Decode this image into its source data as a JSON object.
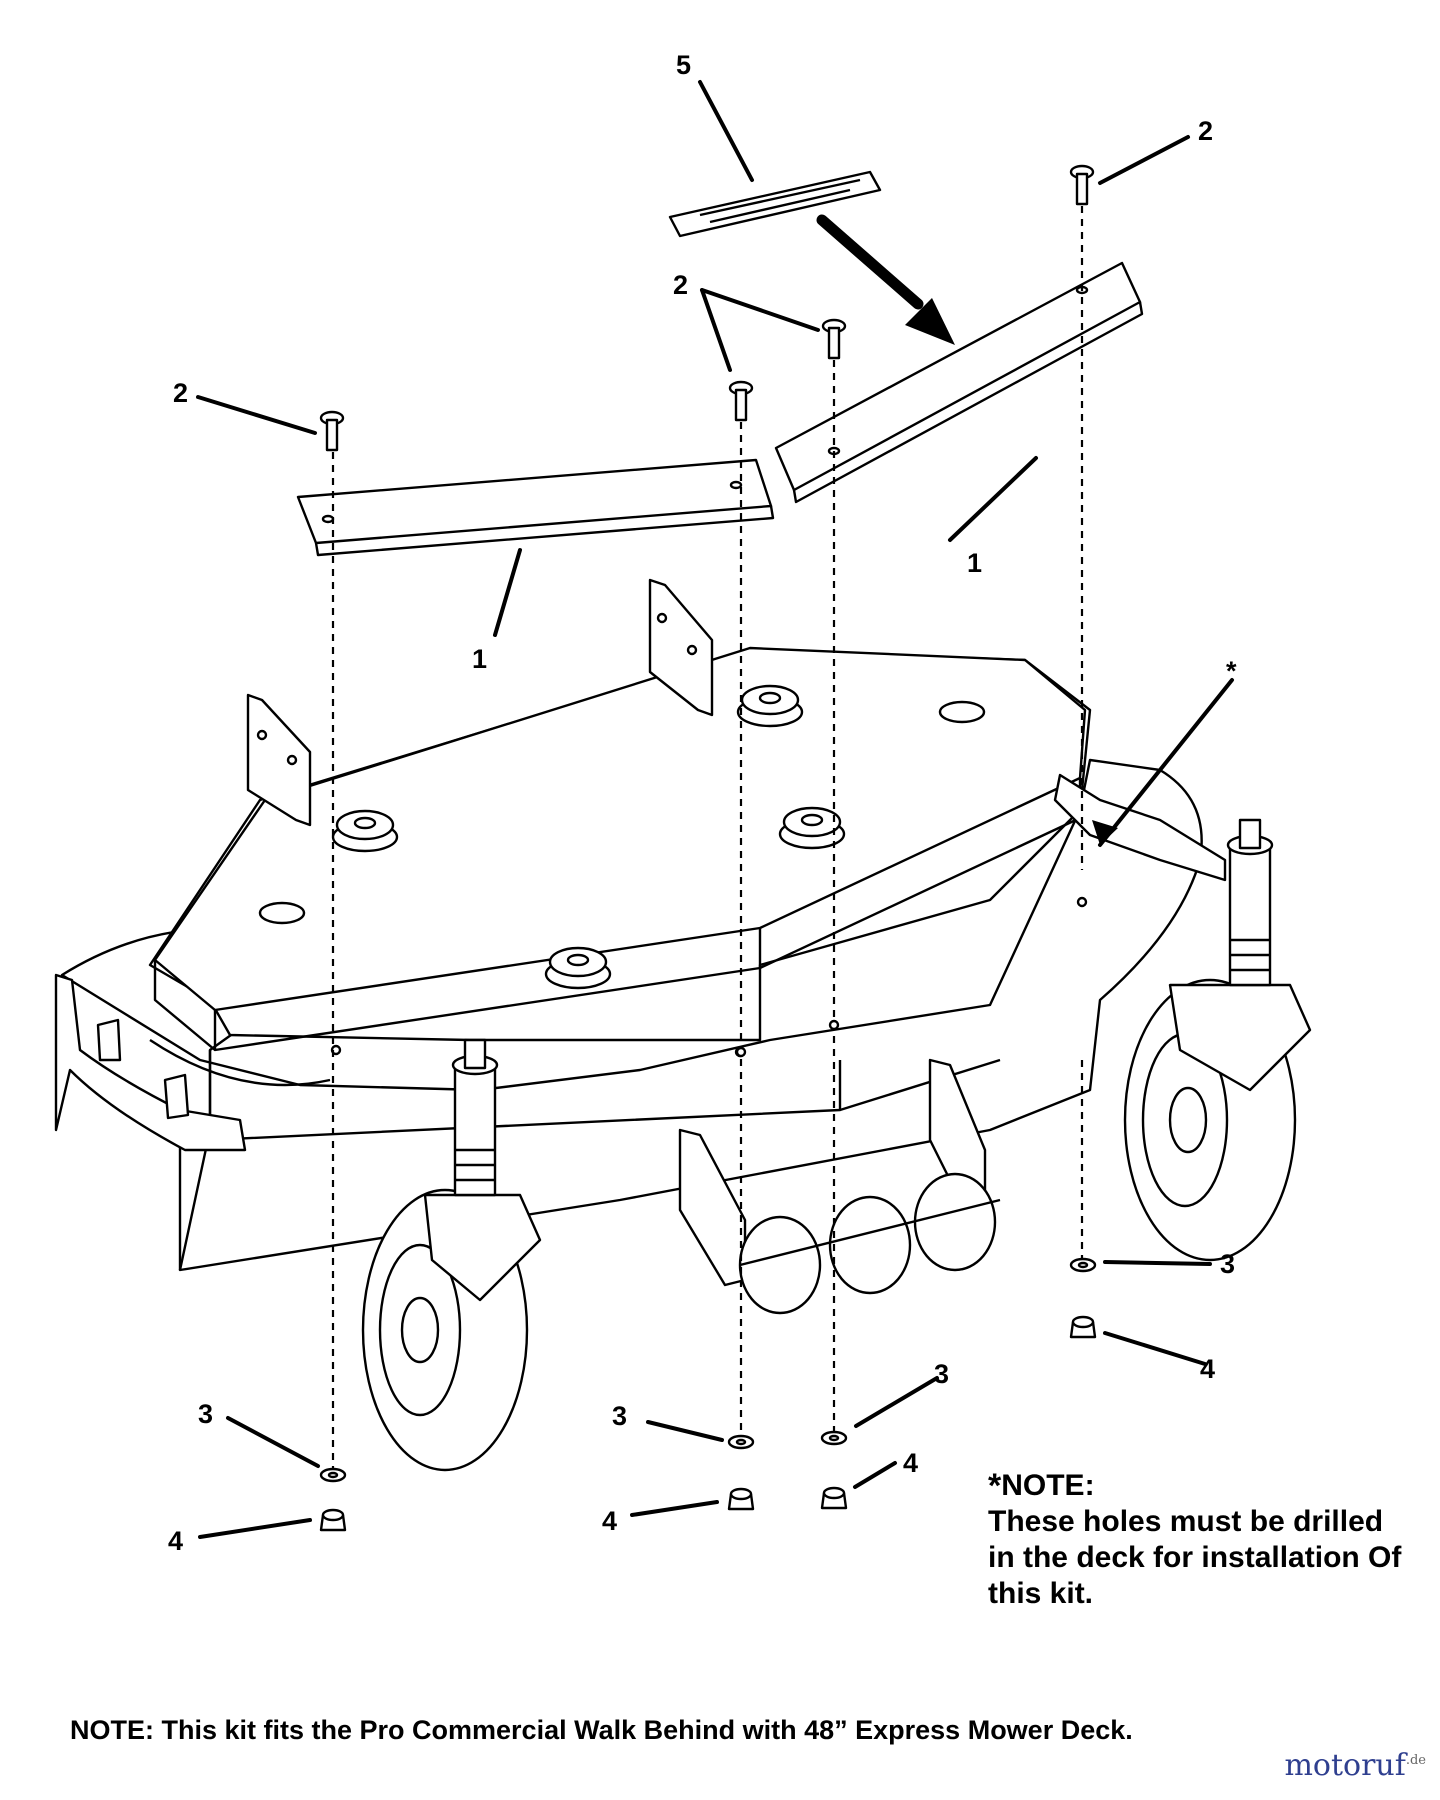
{
  "callouts": {
    "c5": "5",
    "c2_top_right": "2",
    "c2_middle": "2",
    "c2_left": "2",
    "c1_right": "1",
    "c1_left": "1",
    "c_star": "*",
    "c3_right": "3",
    "c4_right": "4",
    "c3_center_right": "3",
    "c3_center": "3",
    "c4_center_right": "4",
    "c3_left": "3",
    "c4_center": "4",
    "c4_left": "4"
  },
  "star_note": {
    "star": "*",
    "heading": "NOTE:",
    "body": "These holes must be drilled in the deck for installation Of this kit."
  },
  "footer_note": "NOTE: This kit fits the Pro Commercial Walk Behind with 48” Express Mower Deck.",
  "watermark": {
    "brand": "motoruf",
    "suffix": ".de"
  }
}
